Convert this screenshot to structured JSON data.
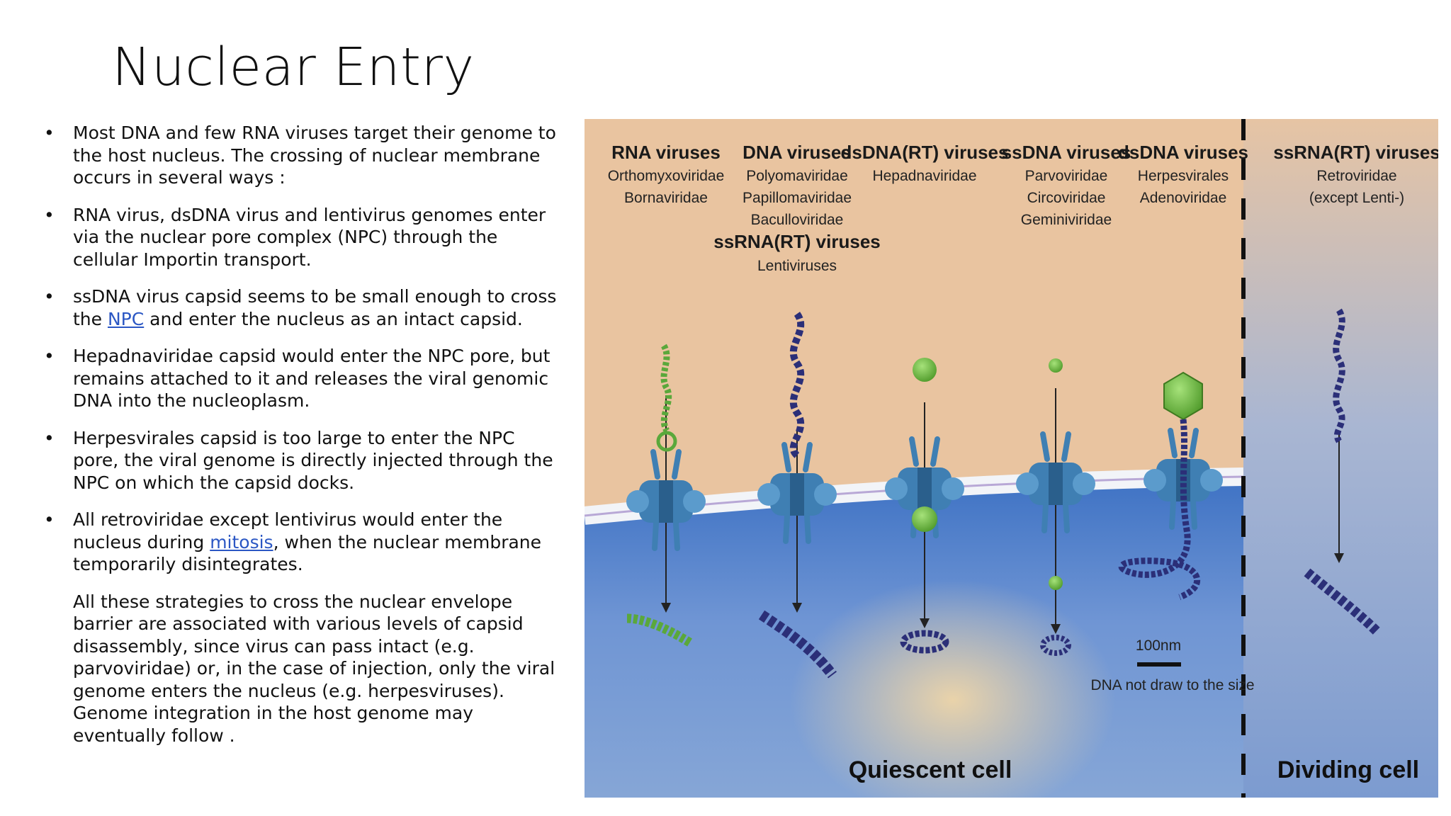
{
  "slide": {
    "title": "Nuclear Entry",
    "bullets": [
      {
        "text": "Most DNA and few RNA viruses target their genome to the host nucleus. The crossing of nuclear membrane occurs in several ways :"
      },
      {
        "text": "RNA virus, dsDNA virus and lentivirus genomes enter via the nuclear pore complex (NPC) through the cellular Importin transport."
      },
      {
        "before": "ssDNA virus capsid seems to be small enough to cross the ",
        "link": "NPC",
        "after": " and enter the nucleus as an intact capsid."
      },
      {
        "text": "Hepadnaviridae capsid would enter the NPC pore, but remains attached to it and releases the viral genomic DNA into the nucleoplasm."
      },
      {
        "text": "Herpesvirales capsid is too large to enter the NPC pore, the viral genome is directly injected through the NPC on which the capsid docks."
      },
      {
        "before": "All retroviridae except lentivirus would enter the nucleus during ",
        "link": "mitosis",
        "after": ", when the nuclear membrane temporarily disintegrates."
      }
    ],
    "bullet_symbol": "•",
    "summary": "All these strategies to cross the nuclear envelope barrier are associated with various levels of capsid disassembly, since virus can pass intact (e.g. parvoviridae) or, in the case of injection, only the viral genome enters the nucleus (e.g. herpesviruses). Genome integration in the host genome may eventually follow ."
  },
  "figure": {
    "groups": [
      {
        "title": "RNA viruses",
        "families": [
          "Orthomyxoviridae",
          "Bornaviridae"
        ]
      },
      {
        "title": "DNA viruses",
        "families": [
          "Polyomaviridae",
          "Papillomaviridae",
          "Baculloviridae"
        ],
        "title2": "ssRNA(RT) viruses",
        "families2": [
          "Lentiviruses"
        ]
      },
      {
        "title": "dsDNA(RT) viruses",
        "families": [
          "Hepadnaviridae"
        ]
      },
      {
        "title": "ssDNA viruses",
        "families": [
          "Parvoviridae",
          "Circoviridae",
          "Geminiviridae"
        ]
      },
      {
        "title": "dsDNA viruses",
        "families": [
          "Herpesvirales",
          "Adenoviridae"
        ]
      },
      {
        "title": "ssRNA(RT) viruses",
        "families": [
          "Retroviridae",
          "(except Lenti-)"
        ]
      }
    ],
    "scale_label": "100nm",
    "note": "DNA not draw to the size",
    "quiescent_label": "Quiescent cell",
    "dividing_label": "Dividing cell",
    "colors": {
      "cytoplasm": "#e9c4a0",
      "nucleus": "#6f95d4",
      "pore": "#3f7fb3",
      "capsid": "#69b43e",
      "genome": "#2b2f78"
    }
  }
}
